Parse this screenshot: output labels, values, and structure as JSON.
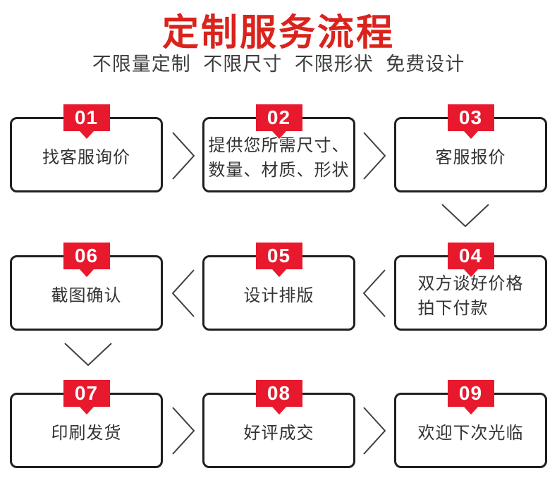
{
  "header": {
    "title": "定制服务流程",
    "subtitle": "不限量定制 不限尺寸 不限形状 免费设计"
  },
  "colors": {
    "title_red": "#d9231c",
    "badge_red": "#e8192d",
    "border_dark": "#1f1f1f",
    "text_dark": "#333333",
    "arrow_gray": "#3f3f3f"
  },
  "icons": {
    "arrow_right": "chevron-right",
    "arrow_left": "chevron-left",
    "arrow_down": "chevron-down"
  },
  "steps": [
    {
      "number": "01",
      "line1": "找客服询价",
      "line2": ""
    },
    {
      "number": "02",
      "line1": "提供您所需尺寸、",
      "line2": "数量、材质、形状"
    },
    {
      "number": "03",
      "line1": "客服报价",
      "line2": ""
    },
    {
      "number": "04",
      "line1": "双方谈好价格",
      "line2": "拍下付款"
    },
    {
      "number": "05",
      "line1": "设计排版",
      "line2": ""
    },
    {
      "number": "06",
      "line1": "截图确认",
      "line2": ""
    },
    {
      "number": "07",
      "line1": "印刷发货",
      "line2": ""
    },
    {
      "number": "08",
      "line1": "好评成交",
      "line2": ""
    },
    {
      "number": "09",
      "line1": "欢迎下次光临",
      "line2": ""
    }
  ]
}
